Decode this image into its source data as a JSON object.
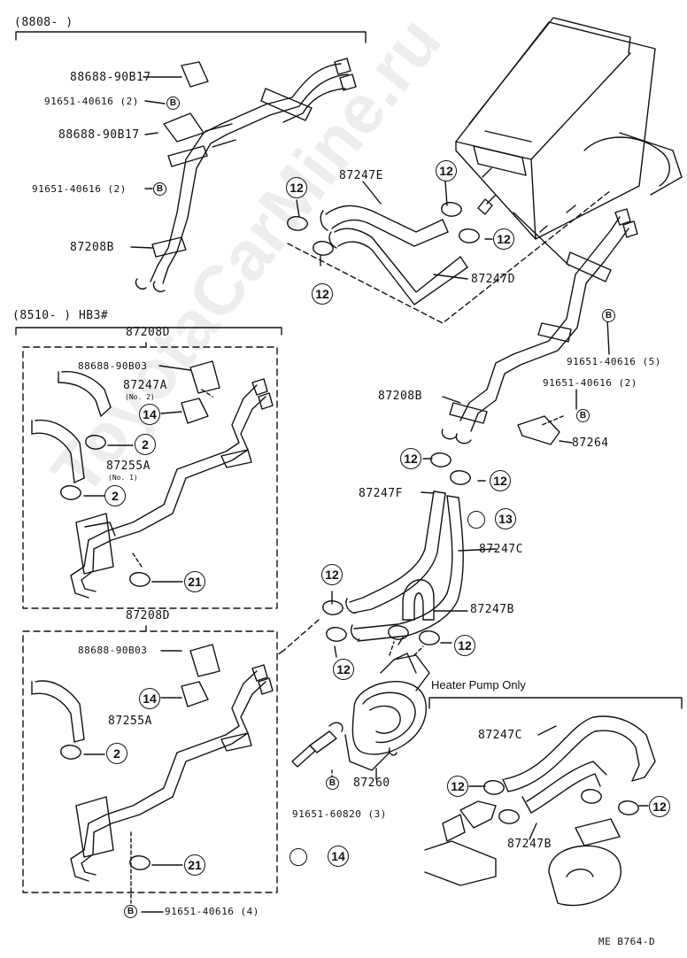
{
  "ranges": {
    "top": "(8808-         )",
    "middle": "(8510-         ) HB3#"
  },
  "box_titles": {
    "box1": "87208D",
    "box2": "87208D"
  },
  "section_title": "Heater Pump Only",
  "figure_code": "ME B764-D",
  "watermark": "ToyotaCarMine.ru",
  "parts": {
    "p88688_90817": "88688-90B17",
    "p91651_40616_2a": "91651-40616 (2)",
    "p88688_90817b": "88688-90B17",
    "p91651_40616_2b": "91651-40616 (2)",
    "p87208b_top": "87208B",
    "p87247e": "87247E",
    "p87247d": "87247D",
    "p91651_40616_5": "91651-40616 (5)",
    "p91651_40616_2c": "91651-40616 (2)",
    "p87208b_mid": "87208B",
    "p87264": "87264",
    "p88688_90803a": "88688-90B03",
    "p87247a": "87247A",
    "p87247a_note": "(No. 2)",
    "p87255a_a": "87255A",
    "p87255a_note": "(No. 1)",
    "p87247f": "87247F",
    "p87247c": "87247C",
    "p87247b": "87247B",
    "p88688_90803b": "88688-90B03",
    "p87255a_b": "87255A",
    "p87260": "87260",
    "p91651_60820": "91651-60820 (3)",
    "p91651_40616_4": "91651-40616 (4)",
    "p87247c_b": "87247C",
    "p87247b_b": "87247B"
  },
  "refs": {
    "r12": "12",
    "r13": "13",
    "r14": "14",
    "r2": "2",
    "r21": "21",
    "bolt": "B"
  }
}
